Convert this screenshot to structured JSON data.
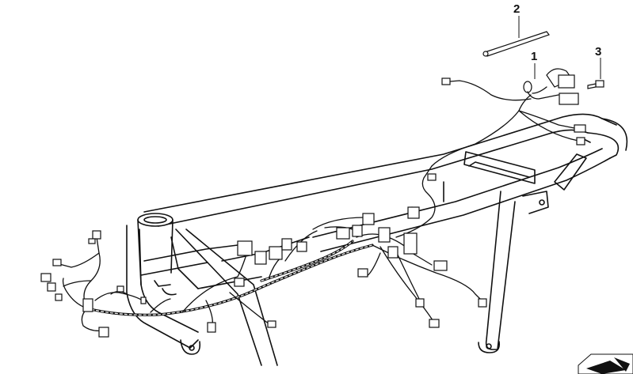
{
  "callouts": [
    {
      "id": "1",
      "label": "1"
    },
    {
      "id": "2",
      "label": "2"
    },
    {
      "id": "3",
      "label": "3"
    }
  ],
  "icons": {
    "corner_symbol": "folded-arrow-icon"
  }
}
